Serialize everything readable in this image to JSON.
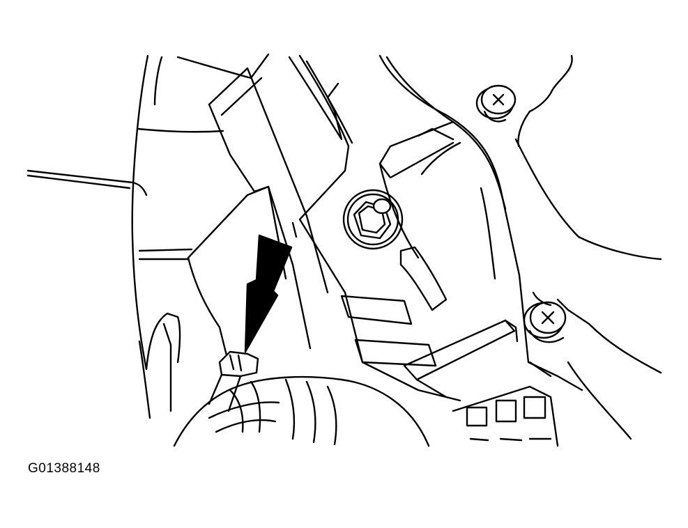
{
  "figure_id": "G01388148",
  "colors": {
    "line": "#000000",
    "fill": "#ffffff",
    "arrow": "#000000"
  },
  "callouts": [
    {
      "icon": "arrow-icon",
      "points_to": "clip"
    }
  ],
  "fasteners": [
    {
      "icon": "screw-head-icon",
      "mark": "X"
    },
    {
      "icon": "screw-head-icon",
      "mark": "X"
    },
    {
      "icon": "nut-icon"
    }
  ]
}
